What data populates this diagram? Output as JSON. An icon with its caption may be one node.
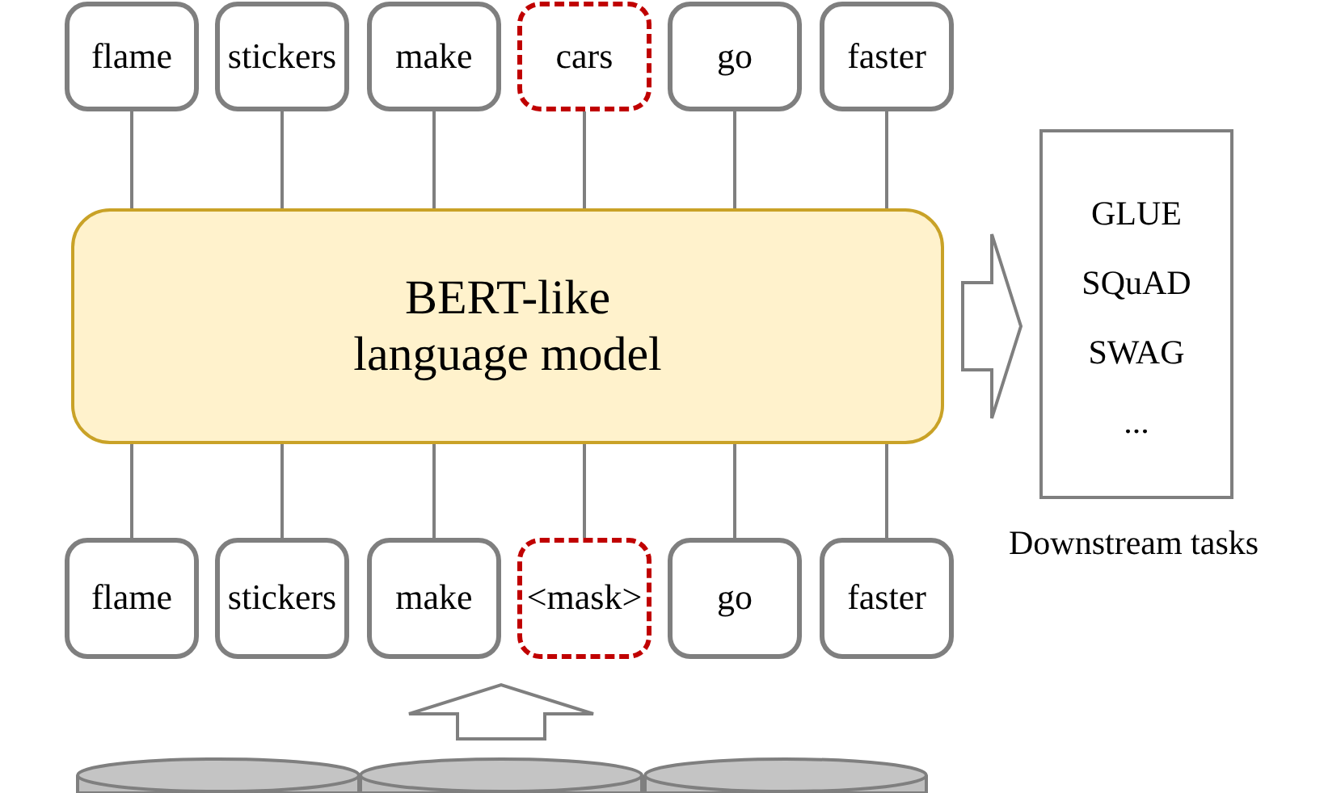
{
  "diagram": {
    "nodes": [
      {
        "text": [
          "flame"
        ]
      },
      {
        "text": [
          "stickers"
        ]
      },
      {
        "text": [
          "make"
        ]
      },
      {
        "text": [
          "cars"
        ]
      },
      {
        "text": [
          "go"
        ]
      },
      {
        "text": [
          "faster"
        ]
      },
      {
        "text": [
          "BERT-like language model"
        ]
      },
      {
        "text": [
          "GLUE",
          "SQuAD",
          "SWAG",
          "..."
        ],
        "beside": [
          "Downstream tasks"
        ]
      },
      {
        "text": [
          "flame"
        ]
      },
      {
        "text": [
          "stickers"
        ]
      },
      {
        "text": [
          "make"
        ]
      },
      {
        "text": [
          "<mask>"
        ]
      },
      {
        "text": [
          "go"
        ]
      },
      {
        "text": [
          "faster"
        ]
      },
      {
        "text": [],
        "shape": "cylinder"
      },
      {
        "text": [],
        "shape": "cylinder"
      },
      {
        "text": [],
        "shape": "cylinder"
      }
    ],
    "edges": [
      {
        "from": 8,
        "to": 6,
        "arrow": "none"
      },
      {
        "from": 9,
        "to": 6,
        "arrow": "none"
      },
      {
        "from": 10,
        "to": 6,
        "arrow": "none"
      },
      {
        "from": 11,
        "to": 6,
        "arrow": "none"
      },
      {
        "from": 12,
        "to": 6,
        "arrow": "none"
      },
      {
        "from": 13,
        "to": 6,
        "arrow": "none"
      },
      {
        "from": 6,
        "to": 0,
        "arrow": "none"
      },
      {
        "from": 6,
        "to": 1,
        "arrow": "none"
      },
      {
        "from": 6,
        "to": 2,
        "arrow": "none"
      },
      {
        "from": 6,
        "to": 3,
        "arrow": "none"
      },
      {
        "from": 6,
        "to": 4,
        "arrow": "none"
      },
      {
        "from": 6,
        "to": 5,
        "arrow": "none"
      },
      {
        "from": 6,
        "to": 7,
        "arrow": "to",
        "style": "thick"
      },
      {
        "from": 15,
        "to": null,
        "arrow": "to",
        "style": "thick"
      }
    ]
  }
}
